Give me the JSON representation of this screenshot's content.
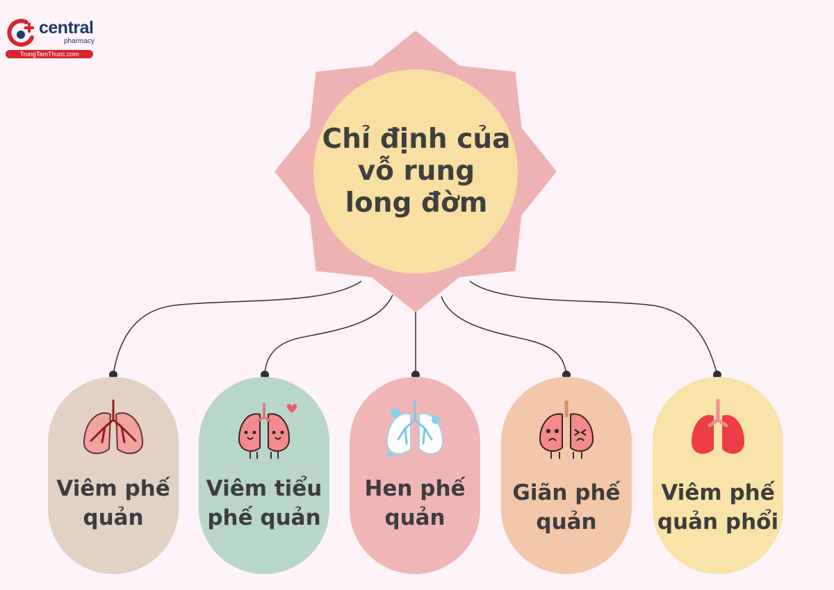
{
  "brand": {
    "name": "central",
    "sub": "pharmacy",
    "url": "TrungTamThuoc.com",
    "colors": {
      "blue": "#1f3b6b",
      "red": "#d8242e"
    }
  },
  "center": {
    "title": "Chỉ định của vỗ rung long đờm",
    "star_color": "#efb2b4",
    "circle_color": "#f8e0a2"
  },
  "items": [
    {
      "label": "Viêm phế quản",
      "color": "#e2d2c3",
      "icon": "bronchitis-lungs-icon"
    },
    {
      "label": "Viêm tiểu phế quản",
      "color": "#b8d7c8",
      "icon": "happy-lungs-heart-icon"
    },
    {
      "label": "Hen phế quản",
      "color": "#f0b6b6",
      "icon": "asthma-lungs-icon"
    },
    {
      "label": "Giãn phế quản",
      "color": "#f3c7aa",
      "icon": "sad-lungs-icon"
    },
    {
      "label": "Viêm phế quản phổi",
      "color": "#f8e3a8",
      "icon": "red-lungs-icon"
    }
  ]
}
